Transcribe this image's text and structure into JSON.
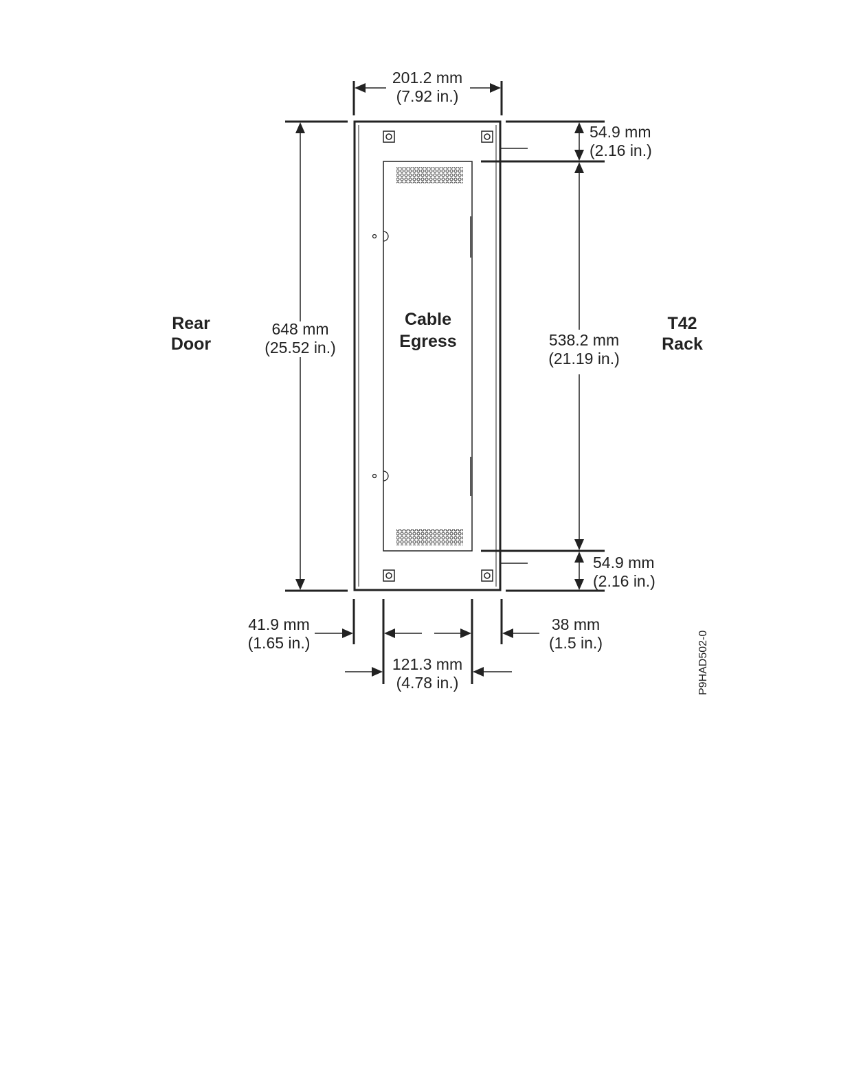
{
  "labels": {
    "rear_door": [
      "Rear",
      "Door"
    ],
    "t42_rack": [
      "T42",
      "Rack"
    ],
    "cable_egress": [
      "Cable",
      "Egress"
    ],
    "figure_id": "P9HAD502-0"
  },
  "dimensions": {
    "top_width": [
      "201.2 mm",
      "(7.92 in.)"
    ],
    "overall_height": [
      "648 mm",
      "(25.52 in.)"
    ],
    "opening_height": [
      "538.2 mm",
      "(21.19 in.)"
    ],
    "top_margin": [
      "54.9 mm",
      "(2.16 in.)"
    ],
    "bottom_margin": [
      "54.9 mm",
      "(2.16 in.)"
    ],
    "left_offset": [
      "41.9 mm",
      "(1.65 in.)"
    ],
    "right_offset": [
      "38 mm",
      "(1.5 in.)"
    ],
    "opening_width": [
      "121.3 mm",
      "(4.78 in.)"
    ]
  },
  "colors": {
    "line": "#222222",
    "fill": "#ffffff",
    "hatch": "#555555"
  }
}
